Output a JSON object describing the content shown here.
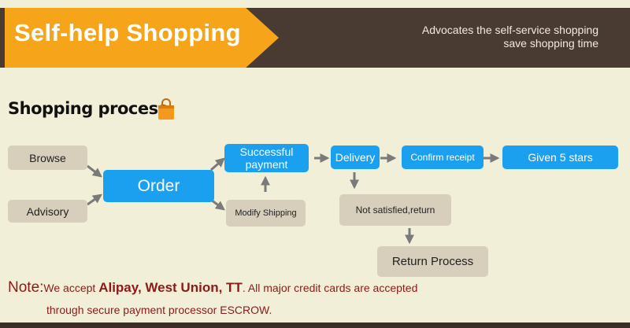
{
  "banner": {
    "title": "Self-help Shopping",
    "subtitle_line1": "Advocates the self-service shopping",
    "subtitle_line2": "save shopping time"
  },
  "section": {
    "title": "Shopping process",
    "icon": "shopping-bag-icon"
  },
  "flow": {
    "browse": "Browse",
    "advisory": "Advisory",
    "order": "Order",
    "successful_payment_line1": "Successful",
    "successful_payment_line2": "payment",
    "modify_shipping": "Modify Shipping",
    "delivery": "Delivery",
    "confirm_receipt": "Confirm receipt",
    "given_5_stars": "Given 5 stars",
    "not_satisfied": "Not satisfied,return",
    "return_process": "Return Process"
  },
  "note": {
    "prefix": "Note:",
    "part1": "We accept ",
    "methods": "Alipay, West Union, TT",
    "part2": ". All major credit cards are accepted",
    "line2": "through secure payment processor ESCROW."
  },
  "colors": {
    "banner_orange": "#f6a51a",
    "banner_dark": "#4a3b32",
    "box_blue": "#1ba0f0",
    "box_gray": "#d7cebb",
    "note_red": "#8b1a1a"
  }
}
